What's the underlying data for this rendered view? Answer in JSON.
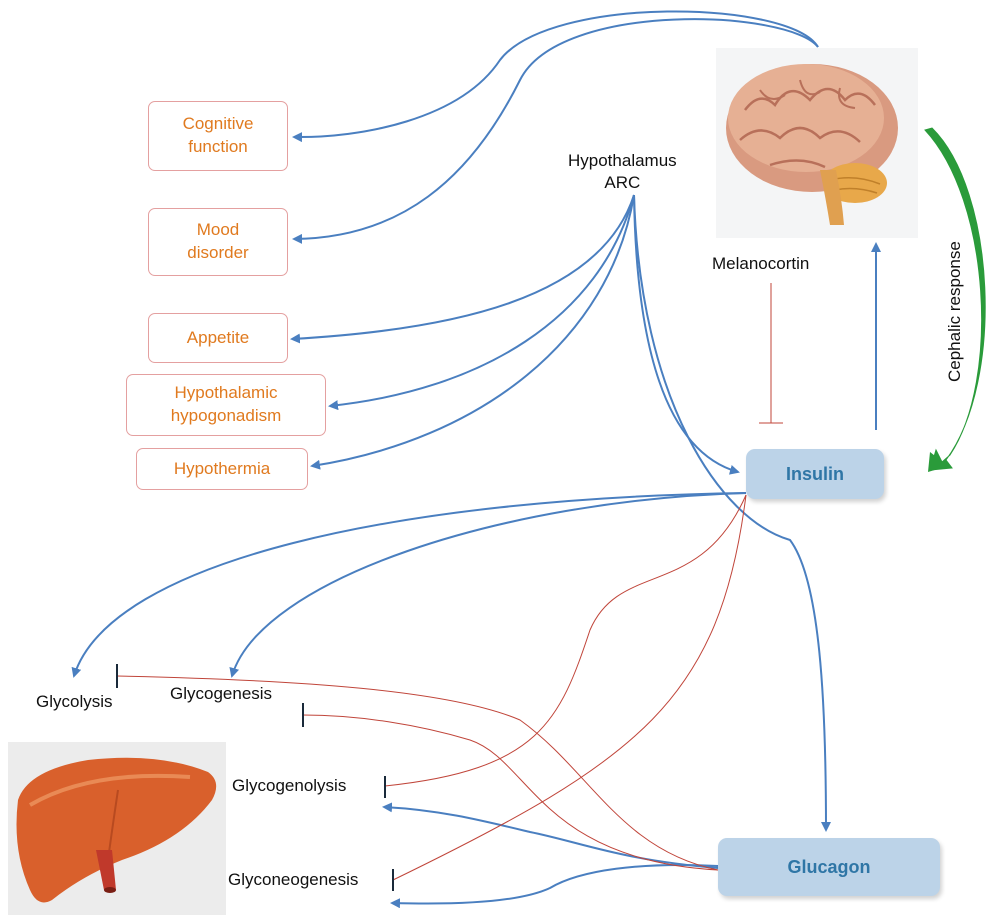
{
  "effects": {
    "cognitive": "Cognitive\nfunction",
    "mood": "Mood\ndisorder",
    "appetite": "Appetite",
    "hypogonadism": "Hypothalamic\nhypogonadism",
    "hypothermia": "Hypothermia"
  },
  "hypothalamus": "Hypothalamus\nARC",
  "melanocortin": "Melanocortin",
  "cephalic": "Cephalic response",
  "insulin": "Insulin",
  "glucagon": "Glucagon",
  "processes": {
    "glycolysis": "Glycolysis",
    "glycogenesis": "Glycogenesis",
    "glycogenolysis": "Glycogenolysis",
    "gluconeogenesis": "Glyconeogenesis"
  },
  "colors": {
    "activation": "#4a7fc0",
    "inhibition": "#c0453a",
    "effect_text": "#e07a1f",
    "hormone_fill": "#bcd3e8",
    "cephalic_arrow": "#2a9b3a"
  },
  "icons": [
    "brain-illustration",
    "liver-illustration"
  ]
}
